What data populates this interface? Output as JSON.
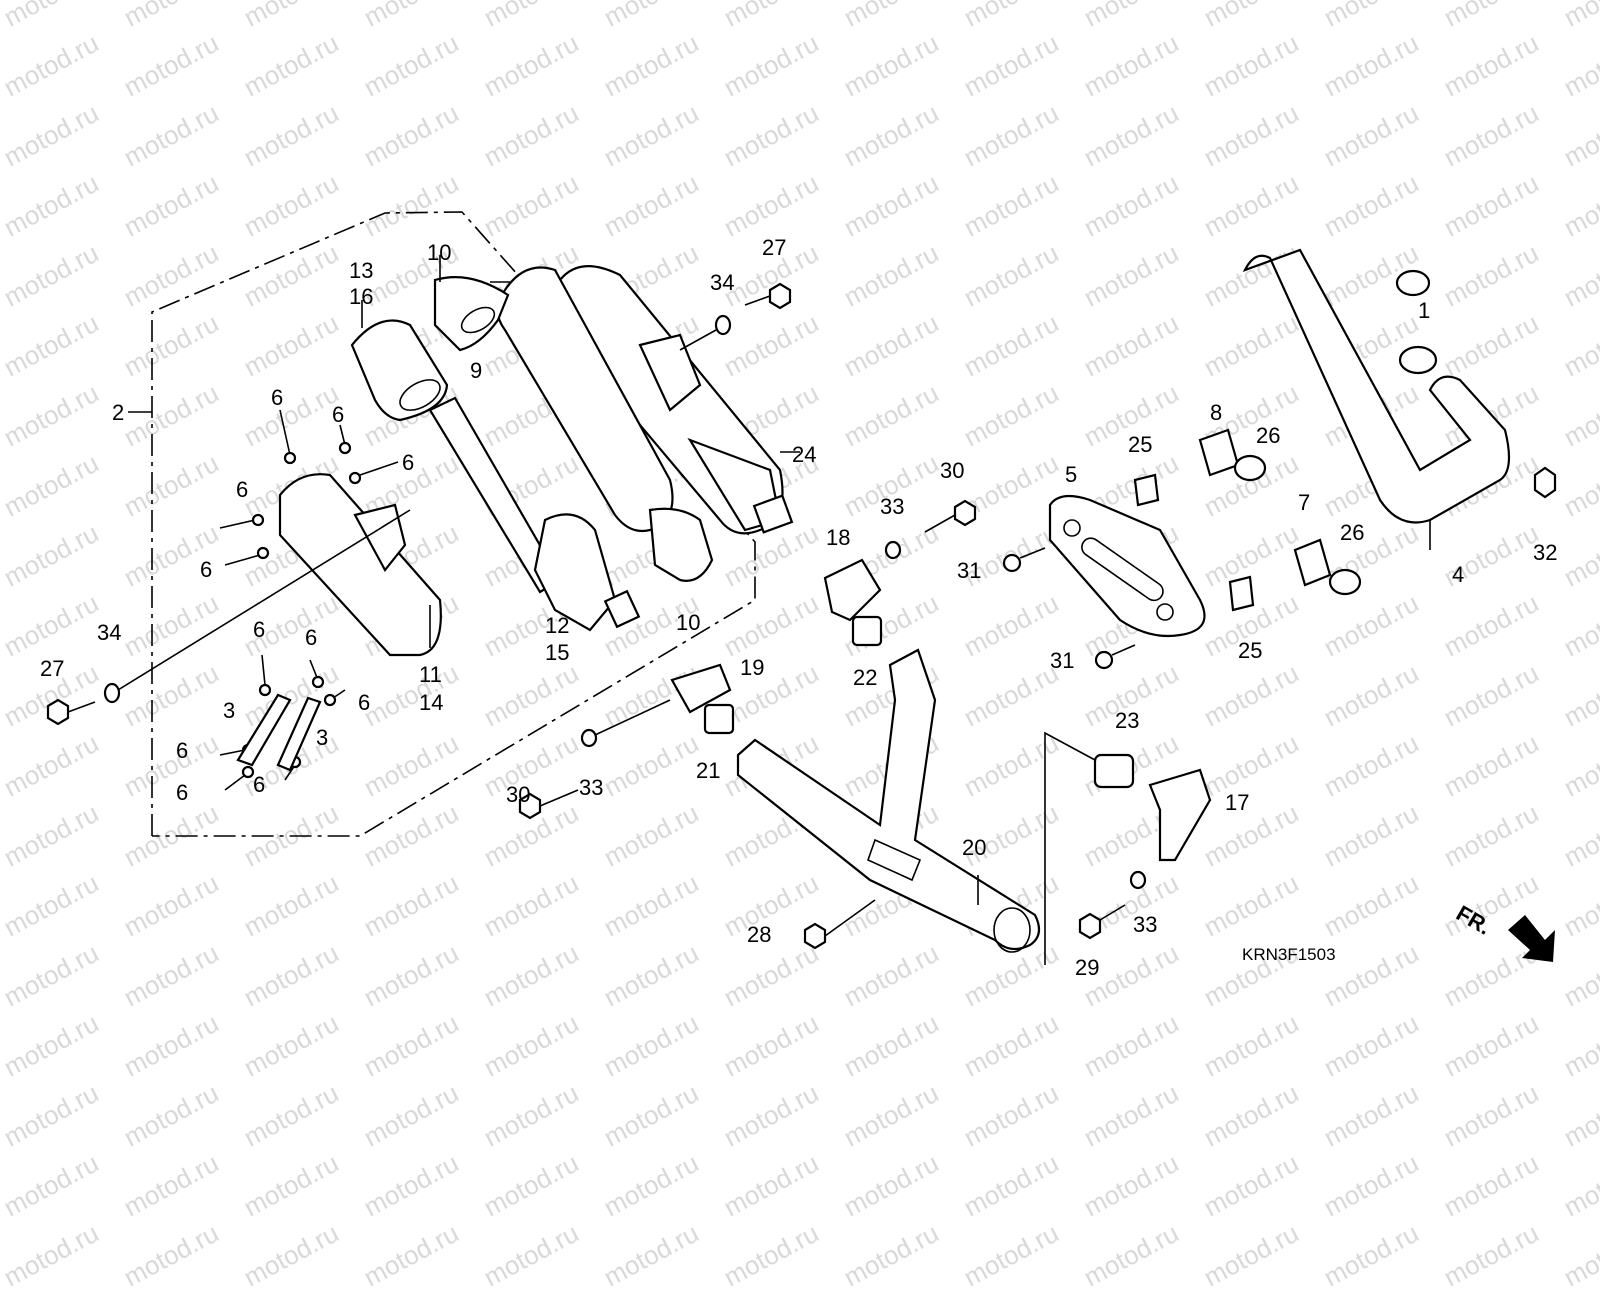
{
  "diagram": {
    "code": "KRN3F1503",
    "front_indicator": "FR.",
    "watermark": "motod.ru",
    "callouts": [
      {
        "id": "c1",
        "text": "1"
      },
      {
        "id": "c2",
        "text": "2"
      },
      {
        "id": "c3a",
        "text": "3"
      },
      {
        "id": "c3b",
        "text": "3"
      },
      {
        "id": "c4",
        "text": "4"
      },
      {
        "id": "c5",
        "text": "5"
      },
      {
        "id": "c6a",
        "text": "6"
      },
      {
        "id": "c6b",
        "text": "6"
      },
      {
        "id": "c6c",
        "text": "6"
      },
      {
        "id": "c6d",
        "text": "6"
      },
      {
        "id": "c6e",
        "text": "6"
      },
      {
        "id": "c6f",
        "text": "6"
      },
      {
        "id": "c6g",
        "text": "6"
      },
      {
        "id": "c6h",
        "text": "6"
      },
      {
        "id": "c6i",
        "text": "6"
      },
      {
        "id": "c6j",
        "text": "6"
      },
      {
        "id": "c6k",
        "text": "6"
      },
      {
        "id": "c7",
        "text": "7"
      },
      {
        "id": "c8",
        "text": "8"
      },
      {
        "id": "c9",
        "text": "9"
      },
      {
        "id": "c10a",
        "text": "10"
      },
      {
        "id": "c10b",
        "text": "10"
      },
      {
        "id": "c11",
        "text": "11"
      },
      {
        "id": "c12",
        "text": "12"
      },
      {
        "id": "c13",
        "text": "13"
      },
      {
        "id": "c14",
        "text": "14"
      },
      {
        "id": "c15",
        "text": "15"
      },
      {
        "id": "c16",
        "text": "16"
      },
      {
        "id": "c17",
        "text": "17"
      },
      {
        "id": "c18",
        "text": "18"
      },
      {
        "id": "c19",
        "text": "19"
      },
      {
        "id": "c20",
        "text": "20"
      },
      {
        "id": "c21",
        "text": "21"
      },
      {
        "id": "c22",
        "text": "22"
      },
      {
        "id": "c23",
        "text": "23"
      },
      {
        "id": "c24",
        "text": "24"
      },
      {
        "id": "c25a",
        "text": "25"
      },
      {
        "id": "c25b",
        "text": "25"
      },
      {
        "id": "c26a",
        "text": "26"
      },
      {
        "id": "c26b",
        "text": "26"
      },
      {
        "id": "c27a",
        "text": "27"
      },
      {
        "id": "c27b",
        "text": "27"
      },
      {
        "id": "c28",
        "text": "28"
      },
      {
        "id": "c29",
        "text": "29"
      },
      {
        "id": "c30a",
        "text": "30"
      },
      {
        "id": "c30b",
        "text": "30"
      },
      {
        "id": "c31a",
        "text": "31"
      },
      {
        "id": "c31b",
        "text": "31"
      },
      {
        "id": "c32",
        "text": "32"
      },
      {
        "id": "c33a",
        "text": "33"
      },
      {
        "id": "c33b",
        "text": "33"
      },
      {
        "id": "c33c",
        "text": "33"
      },
      {
        "id": "c34a",
        "text": "34"
      },
      {
        "id": "c34b",
        "text": "34"
      }
    ]
  }
}
